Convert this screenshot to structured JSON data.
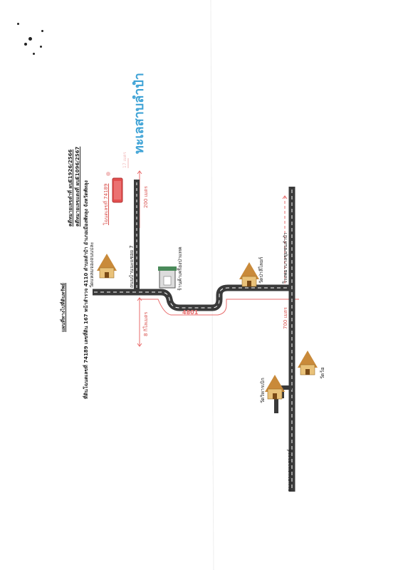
{
  "header": {
    "title": "แผนที่ทางไปที่ดินทรัพย์",
    "case1": "คดีหมายเลขดำที่ ผบE1926/2566",
    "case2": "คดีหมายเลขแดงที่ ผบE1096/2567",
    "location": "ที่ดินโฉนดเลขที่ 74189 เลขที่ดิน 167 หน้าสำรวจ 4110 ตำบลลำปำ อำเภอเมืองพัทลุง จังหวัดพัทลุง"
  },
  "map": {
    "lake": "ทะเลสาบลำปำ",
    "parcel": "โฉนดเลขที่ 74189",
    "landmarks": {
      "wat_khuan": "วัดแหลมจองถนนปละ",
      "soi": "ถนนบ้านนะแซอย 7",
      "shop": "ร้านค้าเครื่องป่าแทค",
      "wat_lampam": "วัดป่าลีไลยก์",
      "police": "โรงพยาบาลชุมชนลำปำ",
      "wat_vihan": "วัดวิหารเบิก",
      "wat_wo": "วัดว้อ",
      "bottom_road": "ถนนสายคูหาสวรรค์"
    },
    "distances": {
      "d1": "8 กิโลเมตร",
      "d2": "700 เมตร",
      "d3": "200 เมตร",
      "d4": "17 เมตร"
    },
    "road_number": "4801",
    "colors": {
      "road": "#3a3a3a",
      "road_mark": "#ffffff",
      "route": "#e86b6b",
      "parcel_fill": "#e24f4f",
      "lake_text": "#3fa3d6",
      "temple_roof": "#c98a3a",
      "temple_wall": "#e9c27a"
    }
  }
}
